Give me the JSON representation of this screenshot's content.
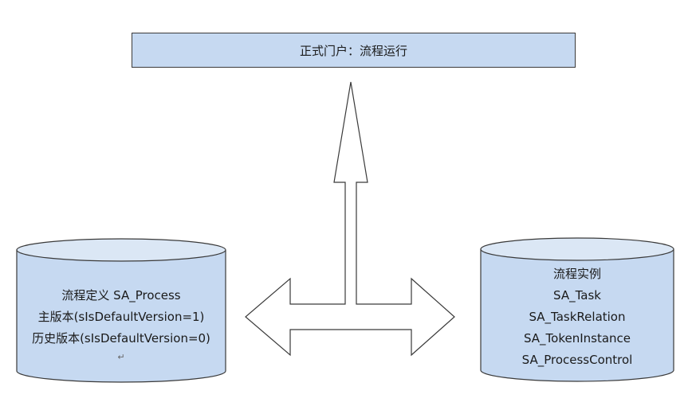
{
  "portal": {
    "label": "正式门户：流程运行"
  },
  "left_store": {
    "lines": [
      "流程定义 SA_Process",
      "主版本(sIsDefaultVersion=1)",
      "历史版本(sIsDefaultVersion=0)"
    ],
    "para_mark": "↵"
  },
  "right_store": {
    "lines": [
      "流程实例",
      "SA_Task",
      "SA_TaskRelation",
      "SA_TokenInstance",
      "SA_ProcessControl"
    ]
  },
  "colors": {
    "fill": "#c6d9f1",
    "stroke": "#3a3a3a",
    "arrow_fill": "#ffffff"
  }
}
